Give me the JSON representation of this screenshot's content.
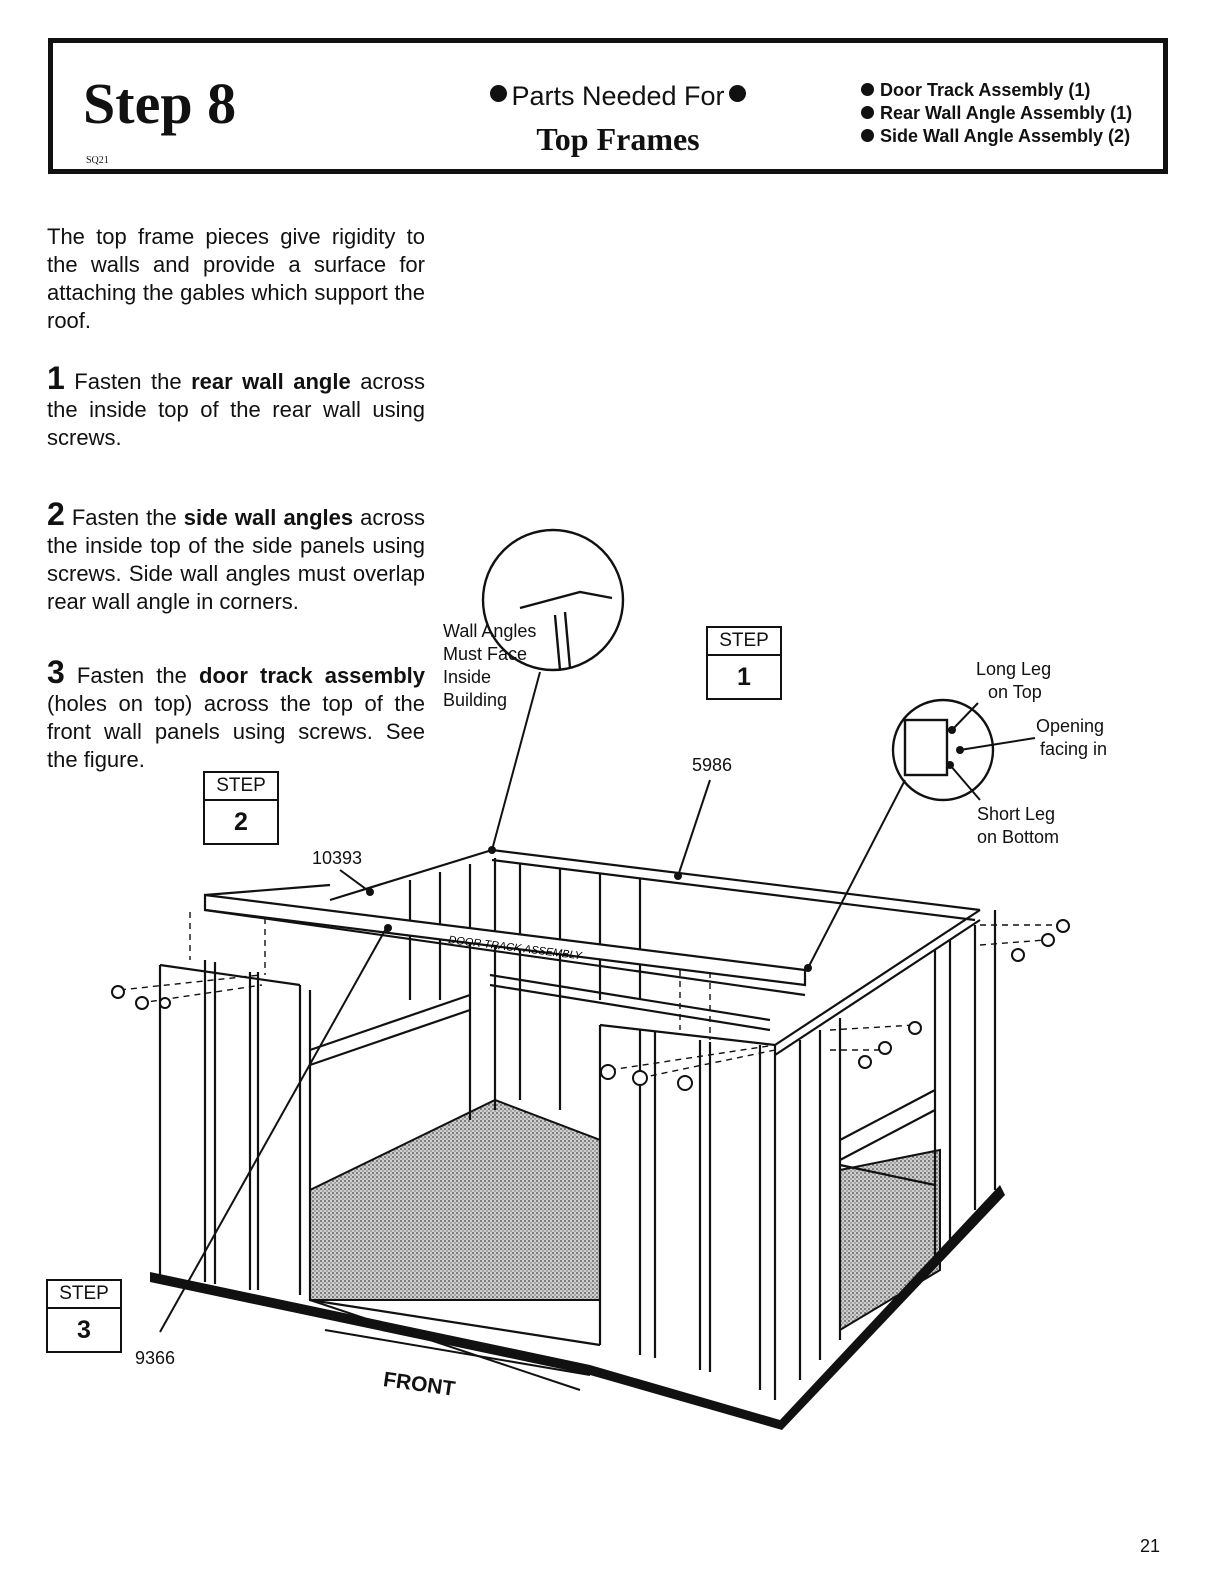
{
  "header": {
    "step_title": "Step 8",
    "code": "SQ21",
    "parts_needed_for": "Parts Needed For",
    "parts_title": "Top Frames",
    "parts": [
      "Door Track Assembly (1)",
      "Rear Wall Angle Assembly (1)",
      "Side Wall Angle Assembly (2)"
    ]
  },
  "intro": "The top frame pieces give rigidity to the walls and provide a surface for attaching the gables which support the roof.",
  "instructions": [
    {
      "num": "1",
      "pre": " Fasten the ",
      "bold": "rear wall angle",
      "post": " across the inside top of the rear wall using screws."
    },
    {
      "num": "2",
      "pre": " Fasten the ",
      "bold": "side wall angles",
      "post": " across the inside top of the side panels using screws. Side wall angles must overlap rear wall angle in corners."
    },
    {
      "num": "3",
      "pre": " Fasten the ",
      "bold": "door track assembly",
      "post": " (holes on top) across the top of the front wall panels using screws. See the figure."
    }
  ],
  "figure": {
    "step_label": "STEP",
    "step1": "1",
    "step2": "2",
    "step3": "3",
    "wall_angles_note": [
      "Wall Angles",
      "Must Face",
      "Inside",
      "Building"
    ],
    "long_leg": [
      "Long Leg",
      "on Top"
    ],
    "opening": [
      "Opening",
      "facing in"
    ],
    "short_leg": [
      "Short Leg",
      "on Bottom"
    ],
    "part_5986": "5986",
    "part_10393": "10393",
    "part_9366": "9366",
    "door_track_label": "DOOR TRACK ASSEMBLY",
    "front": "FRONT"
  },
  "page_number": "21"
}
